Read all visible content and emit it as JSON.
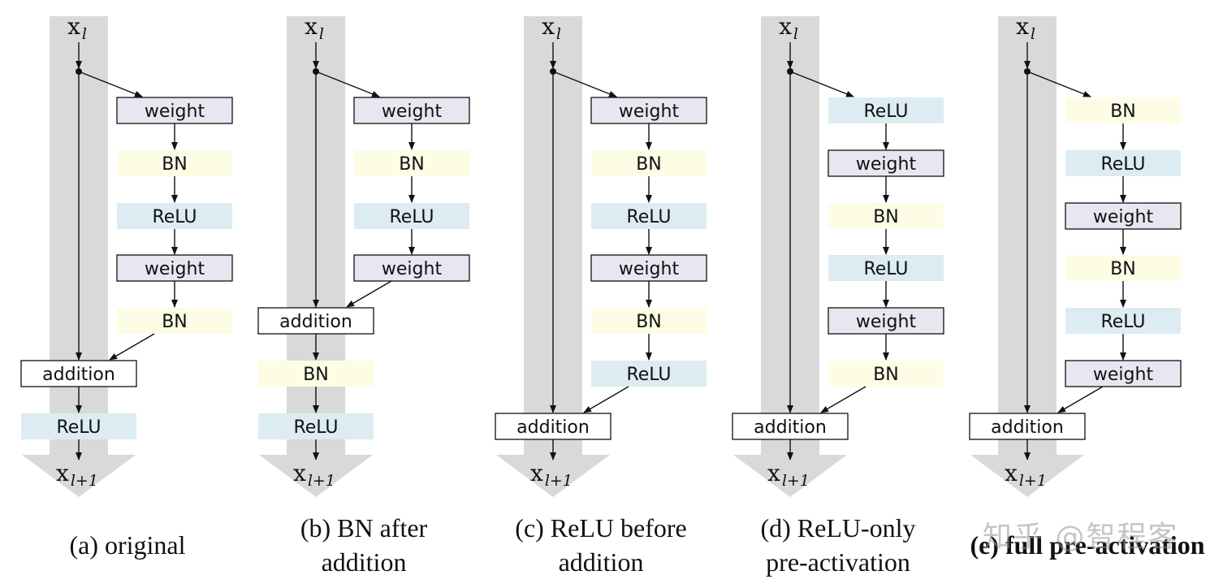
{
  "colors": {
    "identity_band": "#d9d9d9",
    "weight": "#e8e6f0",
    "bn": "#fdfde6",
    "relu": "#dcecf2",
    "addition": "#ffffff",
    "arrow": "#111111"
  },
  "input_label": {
    "main": "x",
    "sub": "l"
  },
  "output_label": {
    "main": "x",
    "sub": "l+1"
  },
  "variants": [
    {
      "id": "a",
      "caption_line1": "(a) original",
      "caption_line2": "",
      "residual_blocks": [
        "weight",
        "BN",
        "ReLU",
        "weight",
        "BN"
      ],
      "after_addition": [
        "ReLU"
      ]
    },
    {
      "id": "b",
      "caption_line1": "(b) BN after",
      "caption_line2": "addition",
      "residual_blocks": [
        "weight",
        "BN",
        "ReLU",
        "weight"
      ],
      "after_addition": [
        "BN",
        "ReLU"
      ]
    },
    {
      "id": "c",
      "caption_line1": "(c) ReLU before",
      "caption_line2": "addition",
      "residual_blocks": [
        "weight",
        "BN",
        "ReLU",
        "weight",
        "BN",
        "ReLU"
      ],
      "after_addition": []
    },
    {
      "id": "d",
      "caption_line1": "(d) ReLU-only",
      "caption_line2": "pre-activation",
      "residual_blocks": [
        "ReLU",
        "weight",
        "BN",
        "ReLU",
        "weight",
        "BN"
      ],
      "after_addition": []
    },
    {
      "id": "e",
      "caption_line1": "(e) full pre-activation",
      "caption_line2": "",
      "residual_blocks": [
        "BN",
        "ReLU",
        "weight",
        "BN",
        "ReLU",
        "weight"
      ],
      "after_addition": []
    }
  ],
  "addition_label": "addition",
  "watermark": "知乎 @智程客"
}
